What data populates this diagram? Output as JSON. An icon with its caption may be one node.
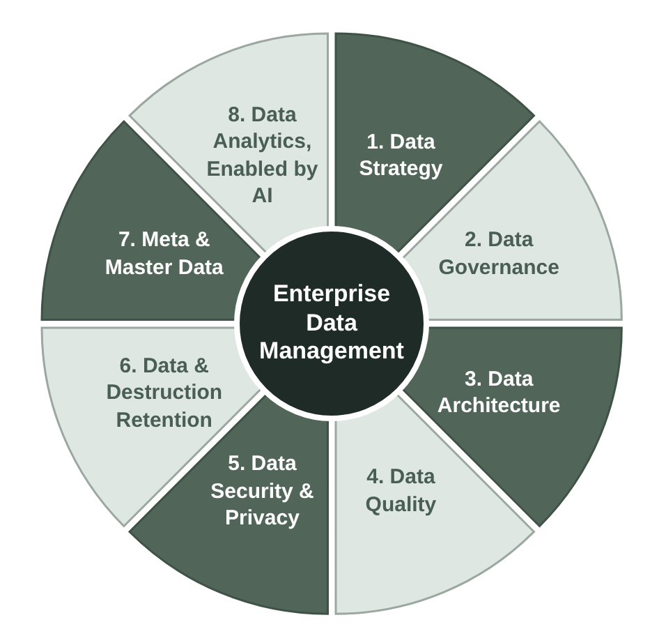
{
  "diagram": {
    "nodes": [
      {
        "text": [
          "Enterprise Data Management"
        ]
      },
      {
        "text": [
          "1. Data Strategy"
        ]
      },
      {
        "text": [
          "2. Data Governance"
        ]
      },
      {
        "text": [
          "3. Data Architecture"
        ]
      },
      {
        "text": [
          "4. Data Quality"
        ]
      },
      {
        "text": [
          "5. Data Security & Privacy"
        ]
      },
      {
        "text": [
          "6. Data & Destruction Retention"
        ]
      },
      {
        "text": [
          "7. Meta & Master Data"
        ]
      },
      {
        "text": [
          "8. Data Analytics, Enabled by AI"
        ]
      }
    ]
  }
}
